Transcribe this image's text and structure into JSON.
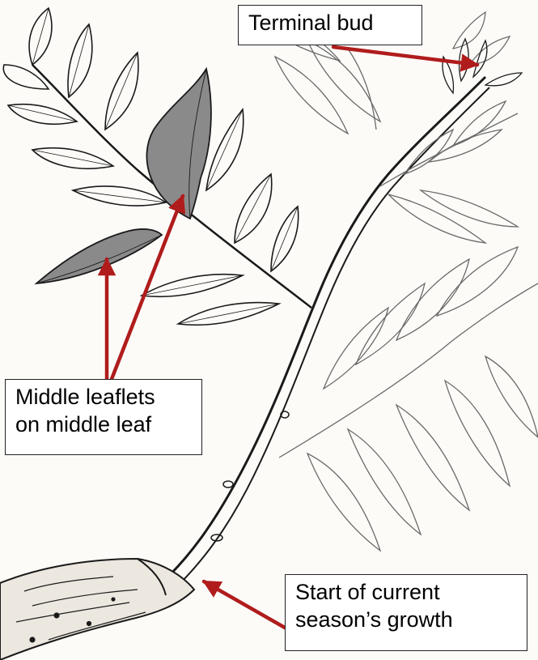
{
  "labels": {
    "terminal_bud": "Terminal bud",
    "middle_leaflets_line1": "Middle leaflets",
    "middle_leaflets_line2": "on middle leaf",
    "start_growth_line1": "Start of current",
    "start_growth_line2": "season’s growth"
  },
  "colors": {
    "arrow": "#b01c1c",
    "highlighted_leaflet": "#8a8a8a",
    "outline": "#1a1a1a",
    "faint_outline": "#6a6a6a",
    "background": "#fcfbf8"
  }
}
